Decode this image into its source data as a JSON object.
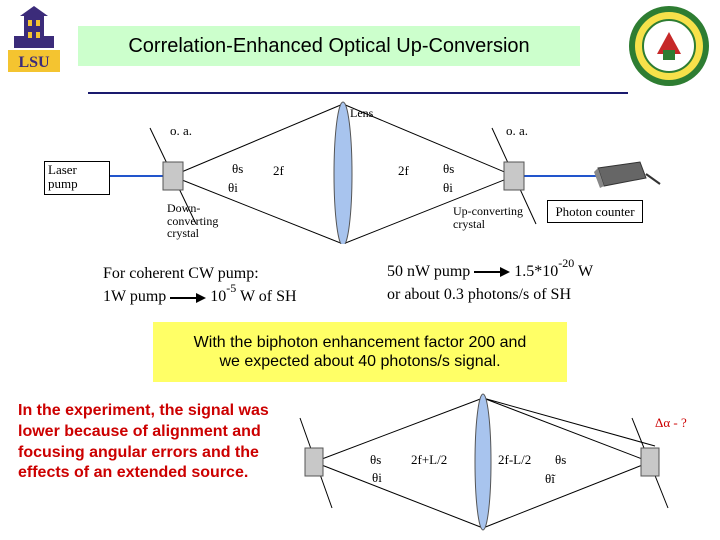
{
  "header": {
    "title": "Correlation-Enhanced Optical Up-Conversion",
    "left_logo_text": "LSU",
    "title_box_color": "#ccffcc",
    "rule_color": "#1a1a6e"
  },
  "setup_top": {
    "lens_label": "Lens",
    "oa_left": "o. a.",
    "oa_right": "o. a.",
    "laser_label": "Laser pump",
    "theta_s_left": "θs",
    "theta_i_left": "θi",
    "two_f_left": "2f",
    "two_f_right": "2f",
    "theta_s_right": "θs",
    "theta_i_right": "θi",
    "down_crystal": "Down-converting crystal",
    "up_crystal": "Up-converting crystal",
    "photon_counter": "Photon counter"
  },
  "cw_pump": {
    "line1": "For coherent CW pump:",
    "line2_a": "1W pump",
    "line2_base": "10",
    "line2_exp": "-5",
    "line2_b": "W of SH"
  },
  "nw_pump": {
    "line1_a": "50 nW pump",
    "line1_value": "1.5*10",
    "line1_exp": "-20",
    "line1_b": "W",
    "line2": "or about 0.3 photons/s of SH"
  },
  "highlight": {
    "line1": "With the biphoton enhancement factor 200 and",
    "line2": "we expected about 40 photons/s signal.",
    "color": "#ffff66"
  },
  "experiment_note": "In the experiment, the signal was lower because of alignment and focusing angular errors and the effects of an extended source.",
  "setup_bottom": {
    "theta_s": "θs",
    "theta_i": "θi",
    "dist_left": "2f+L/2",
    "dist_right": "2f-L/2",
    "theta_s_right": "θs",
    "theta_i_right": "θ̃i",
    "delta_alpha": "Δα - ?"
  },
  "colors": {
    "beam_blue": "#2255cc",
    "lens_blue": "#a8c4ee",
    "crystal_gray": "#c8c8c8",
    "note_red": "#cc0000"
  }
}
